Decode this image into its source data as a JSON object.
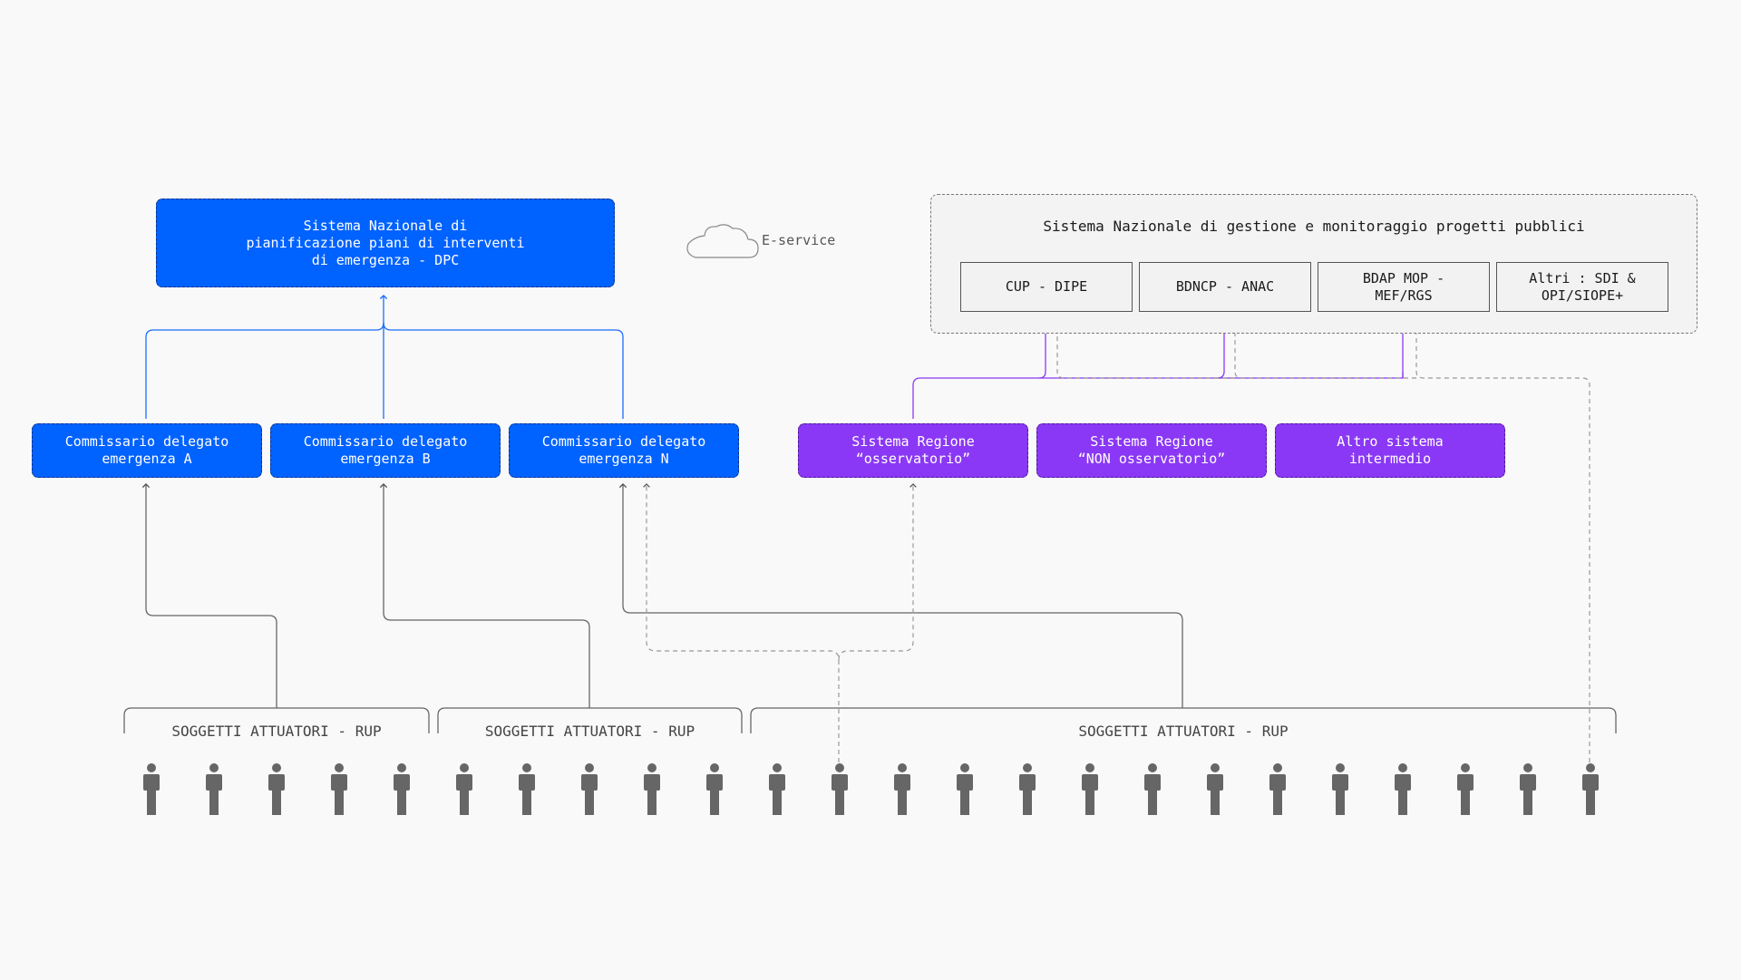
{
  "dpc_box": {
    "text": "Sistema Nazionale di\npianificazione piani di interventi\ndi emergenza - DPC"
  },
  "legend": {
    "eservice_label": "E-service",
    "icon": "cloud-icon"
  },
  "national_system": {
    "title": "Sistema Nazionale di gestione e monitoraggio progetti pubblici",
    "subsystems": [
      {
        "label": "CUP - DIPE"
      },
      {
        "label": "BDNCP - ANAC"
      },
      {
        "label": "BDAP MOP -\nMEF/RGS"
      },
      {
        "label": "Altri : SDI &\nOPI/SIOPE+"
      }
    ]
  },
  "commissioners": [
    {
      "label": "Commissario delegato\nemergenza A"
    },
    {
      "label": "Commissario delegato\nemergenza B"
    },
    {
      "label": "Commissario delegato\nemergenza N"
    }
  ],
  "regional_systems": [
    {
      "label": "Sistema Regione\n“osservatorio”"
    },
    {
      "label": "Sistema Regione\n“NON osservatorio”"
    },
    {
      "label": "Altro sistema\nintermedio"
    }
  ],
  "groups": [
    {
      "label": "SOGGETTI ATTUATORI - RUP"
    },
    {
      "label": "SOGGETTI ATTUATORI - RUP"
    },
    {
      "label": "SOGGETTI ATTUATORI - RUP"
    }
  ],
  "people_count": 24,
  "colors": {
    "blue": "#0062ff",
    "purple": "#8a38f5",
    "grey": "#666666",
    "background": "#f9f9f9"
  }
}
